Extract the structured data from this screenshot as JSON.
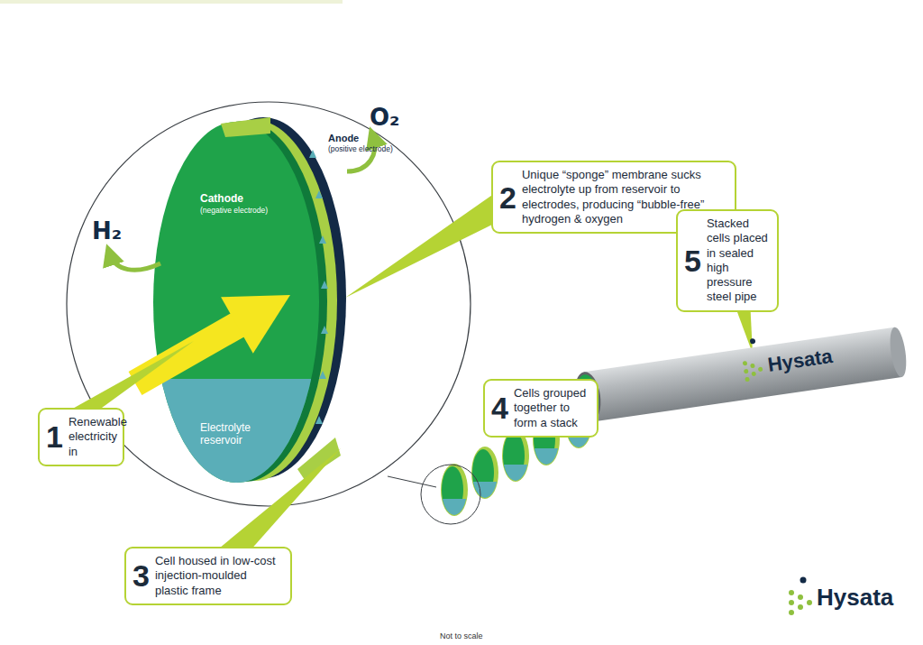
{
  "diagram": {
    "nodes": [
      {
        "text": [
          "1",
          "Renewable electricity in"
        ]
      },
      {
        "text": [
          "2",
          "Unique “sponge” membrane sucks electrolyte up from reservoir to electrodes, producing “bubble-free” hydrogen & oxygen"
        ]
      },
      {
        "text": [
          "3",
          "Cell housed in low-cost injection-moulded plastic frame"
        ]
      },
      {
        "text": [
          "4",
          "Cells grouped together to form a stack"
        ]
      },
      {
        "text": [
          "5",
          "Stacked cells placed in sealed high pressure steel pipe"
        ]
      }
    ],
    "labels": [
      "Anode",
      "(positive electrode)",
      "O₂",
      "H₂",
      "Cathode",
      "(negative electrode)",
      "Electrolyte reservoir",
      "Hysata",
      "Hysata",
      "Not to scale"
    ]
  }
}
